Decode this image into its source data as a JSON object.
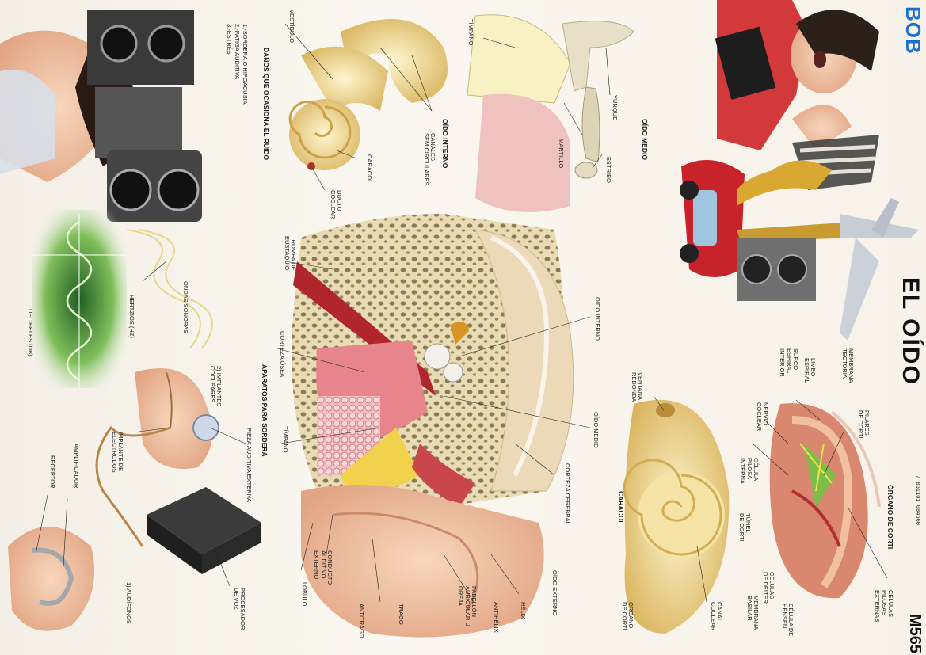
{
  "title": "EL OÍDO",
  "brand": "BOB",
  "code": "M565",
  "barcode": "7 861101 084660",
  "colors": {
    "brand": "#1f6fd1",
    "skin": "#f1c2a2",
    "bone": "#e9d48a",
    "flesh": "#c9605a"
  },
  "sections": {
    "oido_medio": "OÍDO MEDIO",
    "oido_interno": "OÍDO INTERNO",
    "danos": "DAÑOS QUE OCASIONA EL RUIDO",
    "aparatos": "APARATOS PARA SORDERA",
    "caracol": "CARACOL",
    "corti": "ÓRGANO DE CORTI"
  },
  "danos_list": [
    "1.-SORDERA O HIPOACUSIA",
    "2.-FATIGA AUDITIVA",
    "3.-ESTRÉS"
  ],
  "labels": {
    "timpano_medio": "TÍMPANO",
    "yunque": "YUNQUE",
    "martillo": "MARTILLO",
    "estribo": "ESTRIBO",
    "vestibulo": "VESTÍBULO",
    "canales": "CANALES SEMICIRCULARES",
    "caracol_in": "CARACOL",
    "ducto": "DUCTO COCLEAR",
    "trompa": "TROMPA DE EUSTAQUIO",
    "oido_interno_m": "OÍDO INTERNO",
    "corteza_osea": "CORTEZA ÓSEA",
    "timpano_main": "TÍMPANO",
    "oido_medio_m": "OÍDO MEDIO",
    "corteza_cerebral": "CORTEZA CEREBRAL",
    "oido_externo": "OÍDO EXTERNO",
    "helix": "HÉLIX",
    "antihelix": "ANTIHÉLIX",
    "pabellon": "PABELLÓN AURICULAR U OREJA",
    "trago": "TRAGO",
    "antitrago": "ANTITRAGO",
    "conducto": "CONDUCTO AUDITIVO EXTERNO",
    "lobulo": "LÓBULO",
    "ondas": "ONDAS SONORAS",
    "hertzios": "HERTZIOS (Hz)",
    "decibeles": "DECIBELES (dB)",
    "implantes": "2) IMPLANTES COCLEARES",
    "pieza": "PIEZA AUDITIVA EXTERNA",
    "implante_elec": "IMPLANTE DE ELECTRODOS",
    "amplificador": "AMPLIFICADOR",
    "receptor": "RECEPTOR",
    "audifonos": "1) AUDÍFONOS",
    "procesador": "PROCESADOR DE VOZ",
    "ventana": "VENTANA REDONDA",
    "canal_coclear": "CANAL COCLEAR",
    "organo_corti_c": "ÓRGANO DE CORTI",
    "membrana_tectoria": "MEMBRANA TECTORIA",
    "limbo": "LIMBO ESPIRAL",
    "surco": "SURCO ESPIRAL INTERIOR",
    "nervio": "NERVIO COCLEAR",
    "celula_interna": "CÉLULA PILOSA INTERNA",
    "tunel": "TÚNEL DE CORTI",
    "pilares": "PILARES DE CORTI",
    "celulas_externas": "CÉLULAS PILOSAS EXTERNAS",
    "deiter": "CÉLULAS DE DEITER",
    "hensen": "CÉLULA DE HENSEN",
    "basilar": "MEMBRANA BASILAR"
  }
}
